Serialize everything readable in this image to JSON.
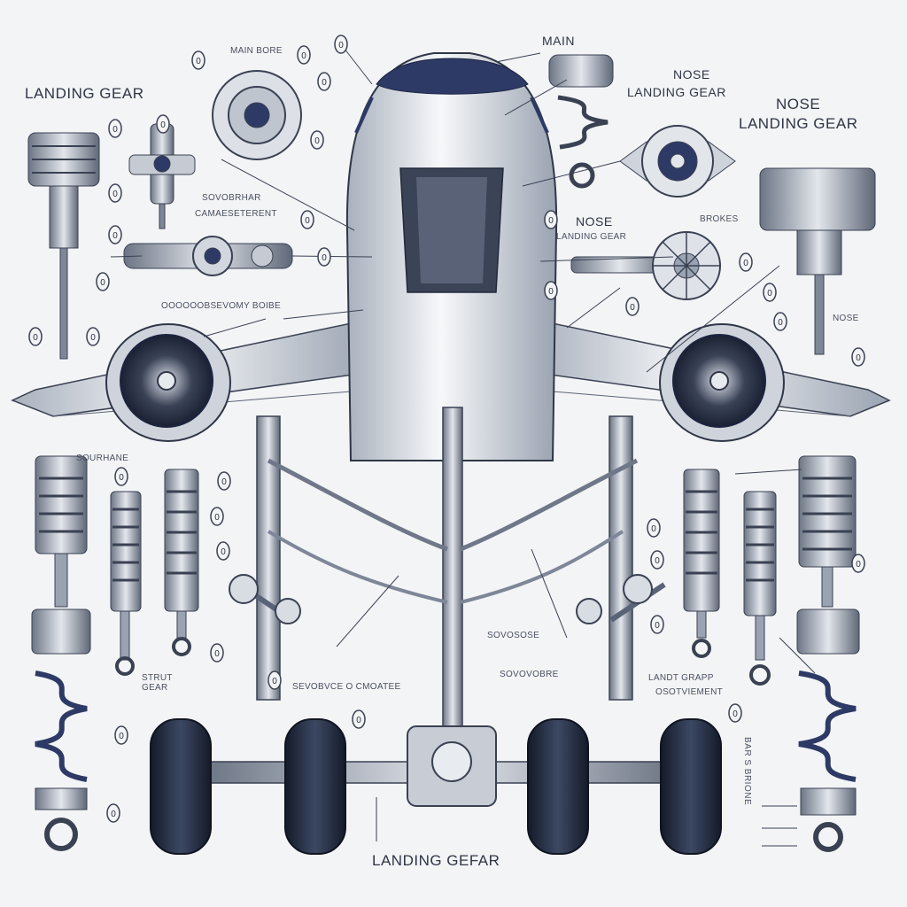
{
  "labels": {
    "landing_gear_left": "LANDING GEAR",
    "main_bore_top": "MAIN BORE",
    "main_top": "MAIN",
    "nose_landing_gear_1_line1": "NOSE",
    "nose_landing_gear_1_line2": "LANDING GEAR",
    "nose_landing_gear_2_line1": "NOSE",
    "nose_landing_gear_2_line2": "LANDING GEAR",
    "nose_landing_gear_3_line1": "NOSE",
    "nose_landing_gear_3_line2": "LANDING GEAR",
    "brakes": "BROKES",
    "nose_right": "NOSE",
    "garbled_left_1": "SOVOBRHAR",
    "garbled_left_2": "CAMAESETERENT",
    "garbled_mid_left": "OOOOOOBSEVOMY BOIBE",
    "shock_left": "SOURHANE",
    "strut_gear": "STRUT GEAR",
    "bottom_left_garbled": "SEVOBVCE O CMOATEE",
    "bottom_mid_1": "SOVOSOSE",
    "bottom_mid_2": "SOVOVOBRE",
    "right_garbled_1": "LANDT GRAPP",
    "right_garbled_2": "OSOTVIEMENT",
    "vertical_right": "BAR S BRIONE",
    "landing_gear_bottom": "LANDING GEFAR"
  },
  "callout_marker": "0",
  "colors": {
    "background": "#f3f4f6",
    "ink": "#2b3140",
    "steel": "#8d96a6",
    "navy": "#22305a",
    "tire": "#232a3a"
  }
}
